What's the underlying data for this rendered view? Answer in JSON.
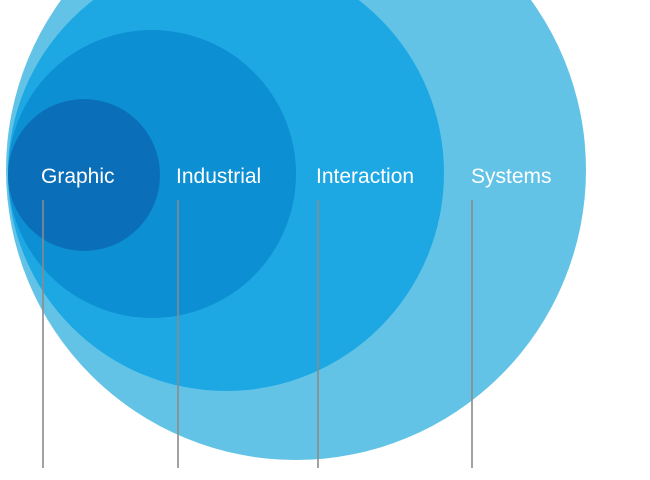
{
  "diagram": {
    "colors": {
      "systems": "#63c3e6",
      "interaction": "#1ea8e3",
      "industrial": "#0c8fd3",
      "graphic": "#0a6fb8",
      "label_text": "#ffffff",
      "leader_line": "#8a8a8a"
    },
    "circles": [
      {
        "id": "systems",
        "label": "Systems"
      },
      {
        "id": "interaction",
        "label": "Interaction"
      },
      {
        "id": "industrial",
        "label": "Industrial"
      },
      {
        "id": "graphic",
        "label": "Graphic"
      }
    ]
  }
}
